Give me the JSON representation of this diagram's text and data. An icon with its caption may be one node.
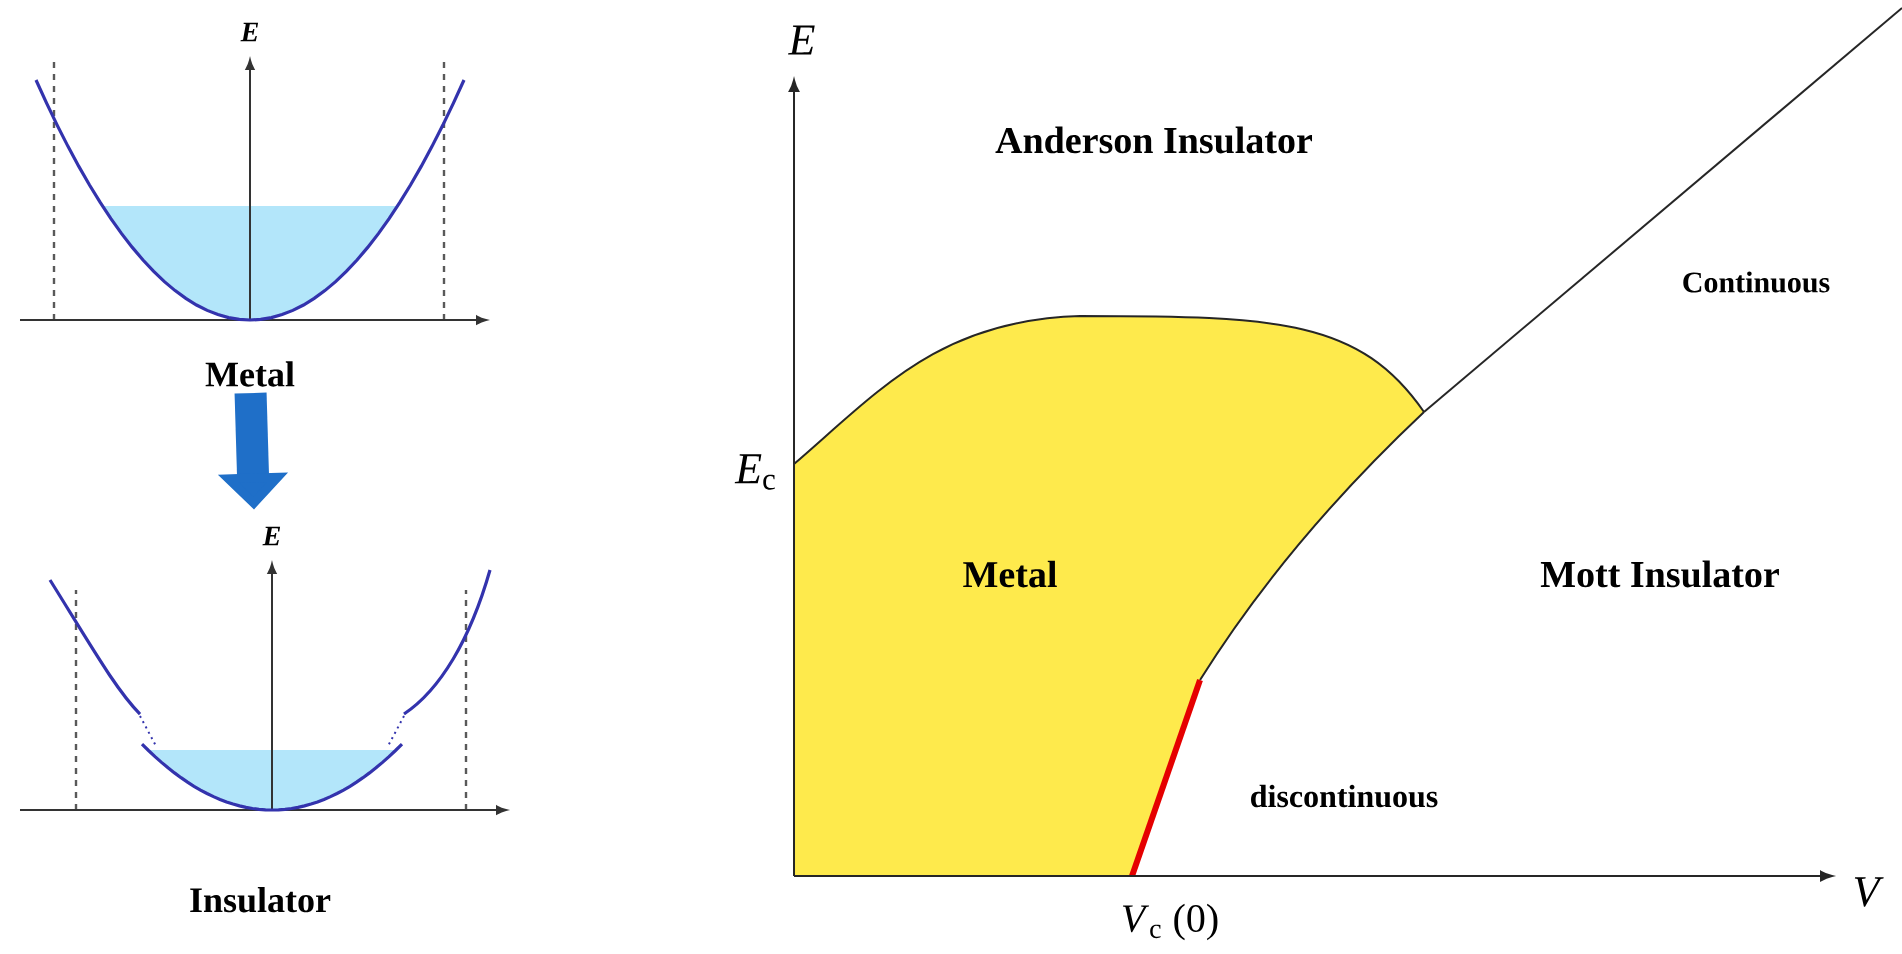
{
  "diagram": {
    "nodes": [
      {
        "text": [
          "Metal"
        ],
        "beside": [
          "E"
        ]
      },
      {
        "text": [
          "Insulator"
        ],
        "beside": [
          "E"
        ]
      }
    ],
    "edges": [
      {
        "from": 0,
        "to": 1,
        "arrow": "to",
        "color": "#1f6fc8"
      }
    ],
    "labels": [
      "E",
      "Anderson Insulator",
      "Continuous",
      "*E*$_{c}$",
      "Metal",
      "Mott Insulator",
      "discontinuous",
      "*V*$_{c}$ (0)",
      "V"
    ]
  }
}
